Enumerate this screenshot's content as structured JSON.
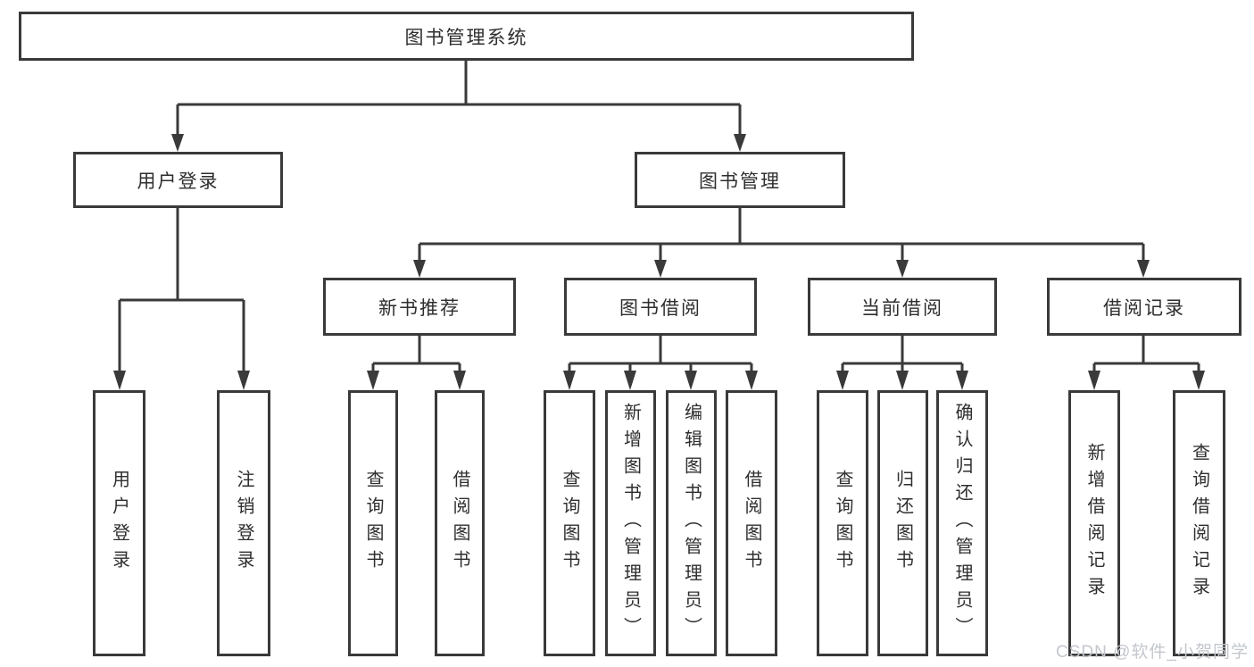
{
  "diagram": {
    "root": "图书管理系统",
    "branches": [
      {
        "label": "用户登录",
        "children": [
          "用户登录",
          "注销登录"
        ]
      },
      {
        "label": "图书管理",
        "groups": [
          {
            "label": "新书推荐",
            "children": [
              "查询图书",
              "借阅图书"
            ]
          },
          {
            "label": "图书借阅",
            "children": [
              "查询图书",
              "新增图书（管理员）",
              "编辑图书（管理员）",
              "借阅图书"
            ]
          },
          {
            "label": "当前借阅",
            "children": [
              "查询图书",
              "归还图书",
              "确认归还（管理员）"
            ]
          },
          {
            "label": "借阅记录",
            "children": [
              "新增借阅记录",
              "查询借阅记录"
            ]
          }
        ]
      }
    ]
  },
  "watermark": "CSDN @软件_小贺同学",
  "colors": {
    "line": "#3a3a3a",
    "text": "#2e2e2e",
    "background": "#ffffff",
    "watermark": "#c3c7cd"
  }
}
